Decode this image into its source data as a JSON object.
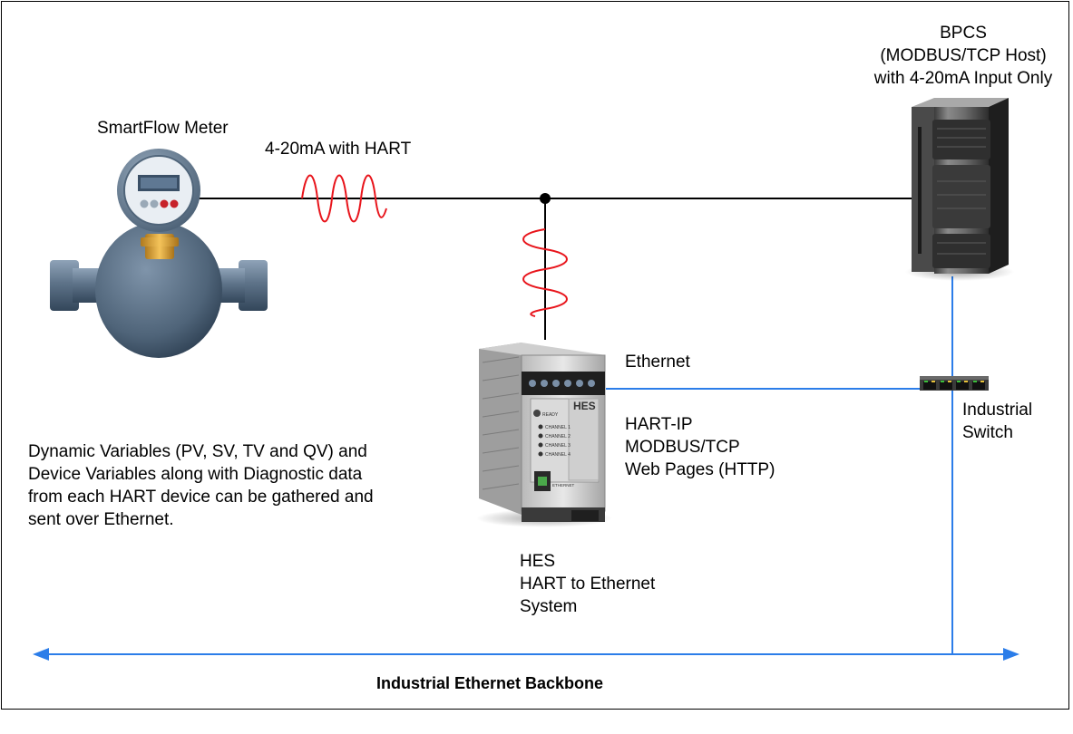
{
  "labels": {
    "meter": "SmartFlow Meter",
    "signal": "4-20mA with HART",
    "bpcs": [
      "BPCS",
      "(MODBUS/TCP Host)",
      "with 4-20mA Input Only"
    ],
    "ethernet": "Ethernet",
    "protocols": [
      "HART-IP",
      "MODBUS/TCP",
      "Web Pages (HTTP)"
    ],
    "switch": [
      "Industrial",
      "Switch"
    ],
    "hes": [
      "HES",
      "HART to Ethernet",
      "System"
    ],
    "description": [
      "Dynamic Variables (PV, SV, TV and QV) and",
      "Device Variables along with Diagnostic data",
      "from each HART device can be gathered and",
      "sent over Ethernet."
    ],
    "backbone": "Industrial Ethernet Backbone"
  },
  "device_text": {
    "hes_logo": "HES",
    "ready": "READY",
    "channels": [
      "CHANNEL 1",
      "CHANNEL 2",
      "CHANNEL 3",
      "CHANNEL 4"
    ],
    "ethernet_port": "ETHERNET"
  },
  "colors": {
    "hart_wave": "#e8141b",
    "ethernet_line": "#2b7de9",
    "wire": "#000000"
  },
  "icons": {
    "meter": "flow-meter-icon",
    "hes": "hes-module-icon",
    "bpcs": "server-tower-icon",
    "switch": "network-switch-icon"
  }
}
